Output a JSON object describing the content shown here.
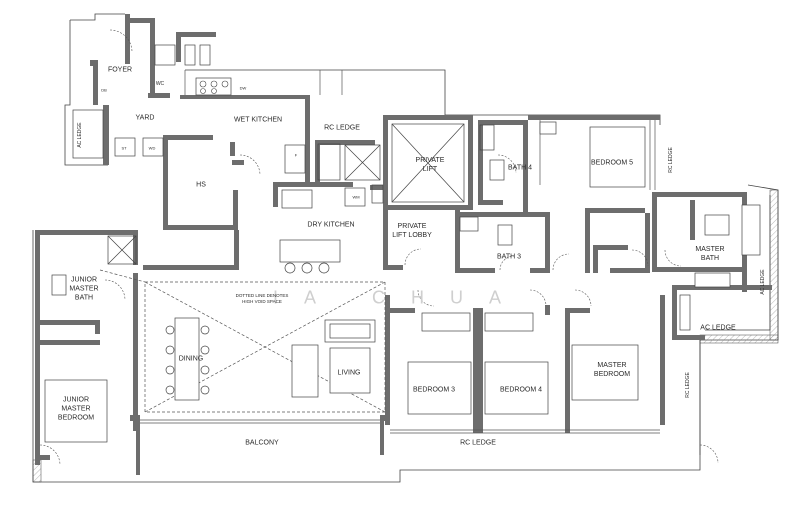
{
  "rooms": {
    "foyer": "FOYER",
    "wc": "WC",
    "db": "DB",
    "yard": "YARD",
    "st": "ST",
    "wd": "WD",
    "ac_ledge_left": "AC LEDGE",
    "wet_kitchen": "WET KITCHEN",
    "dw": "DW",
    "f": "F",
    "rc_ledge_top": "RC LEDGE",
    "hs": "HS",
    "wm": "WM",
    "dry_kitchen": "DRY KITCHEN",
    "private_lift": "PRIVATE\nLIFT",
    "private_lift_lobby": "PRIVATE\nLIFT LOBBY",
    "bath4": "BATH 4",
    "bath3": "BATH 3",
    "bedroom5": "BEDROOM 5",
    "rc_ledge_right_upper": "RC LEDGE",
    "master_bath": "MASTER\nBATH",
    "ac_ledge_right_vertical": "AC LEDGE",
    "ac_ledge_right_bottom": "AC LEDGE",
    "junior_master_bath": "JUNIOR\nMASTER\nBATH",
    "junior_master_bedroom": "JUNIOR\nMASTER\nBEDROOM",
    "dining": "DINING",
    "living": "LIVING",
    "bedroom3": "BEDROOM 3",
    "bedroom4": "BEDROOM 4",
    "master_bedroom": "MASTER\nBEDROOM",
    "rc_ledge_right_lower": "RC LEDGE",
    "balcony": "BALCONY",
    "rc_ledge_bottom": "RC LEDGE"
  },
  "notes": {
    "high_void": "DOTTED LINE DENOTES\nHIGH VOID SPACE"
  },
  "watermark": "IA CHUA",
  "colors": {
    "wall": "#6d6d6d",
    "line": "#3a3a3a",
    "text": "#2a2a2a",
    "dashed": "#555555"
  }
}
